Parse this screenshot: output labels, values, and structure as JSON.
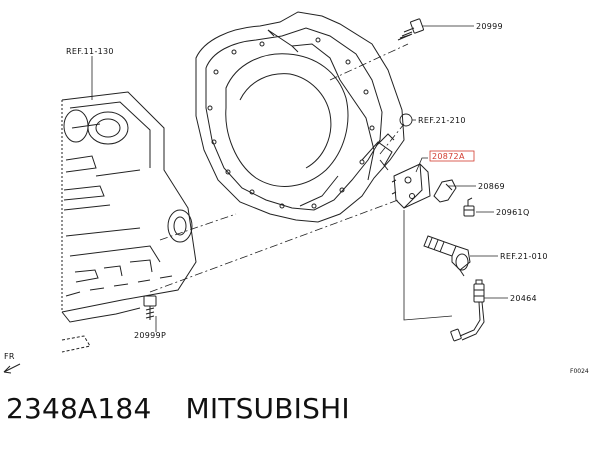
{
  "diagram": {
    "refs": {
      "ref_top_left": "REF.11-130",
      "ref_middle": "REF.21-210",
      "ref_lower": "REF.21-010"
    },
    "parts": {
      "p20999": "20999",
      "p20872a": "20872A",
      "p20869": "20869",
      "p20961q": "20961Q",
      "p20464": "20464",
      "p20999p": "20999P"
    },
    "front_marker": "FR",
    "figure_code": "F0024",
    "highlight_color": "#d23b2e",
    "line_color": "#222222"
  },
  "caption": {
    "part_number": "2348A184",
    "brand": "MITSUBISHI"
  }
}
